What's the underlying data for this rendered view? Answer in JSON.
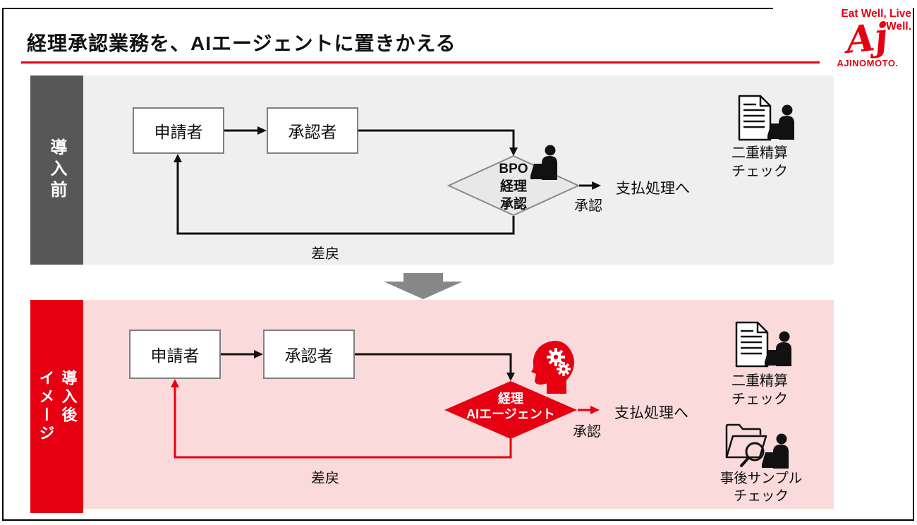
{
  "header": {
    "title": "経理承認業務を、AIエージェントに置きかえる"
  },
  "logo": {
    "tagline": "Eat Well, Live Well.",
    "monogram": "Aj",
    "brand": "AJINOMOTO."
  },
  "colors": {
    "brand_red": "#e60012",
    "panel_gray": "#efefef",
    "panel_pink": "#fadada",
    "section_bar_gray": "#575757",
    "transition_arrow_gray": "#878787",
    "diamond_gray_fill": "#e8e8e8",
    "box_border_gray": "#7f7f7f"
  },
  "before": {
    "section_label": "導入前",
    "applicant": "申請者",
    "approver": "承認者",
    "decision_line1": "BPO",
    "decision_line2": "経理",
    "decision_line3": "承認",
    "approve_label": "承認",
    "payment_label": "支払処理へ",
    "return_label": "差戻",
    "check": {
      "line1": "二重精算",
      "line2": "チェック"
    }
  },
  "after": {
    "section_label_col_right": "導入後",
    "section_label_col_left": "イメージ",
    "applicant": "申請者",
    "approver": "承認者",
    "decision_line1": "経理",
    "decision_line2": "AIエージェント",
    "approve_label": "承認",
    "payment_label": "支払処理へ",
    "return_label": "差戻",
    "check1": {
      "line1": "二重精算",
      "line2": "チェック"
    },
    "check2": {
      "line1": "事後サンプル",
      "line2": "チェック"
    }
  },
  "icons": {
    "before_decision": "person-laptop-icon",
    "before_check": "document-person-laptop-icon",
    "after_decision": "ai-head-gears-icon",
    "after_check1": "document-person-laptop-icon",
    "after_check2": "folder-magnifier-person-laptop-icon",
    "transition": "down-block-arrow"
  }
}
